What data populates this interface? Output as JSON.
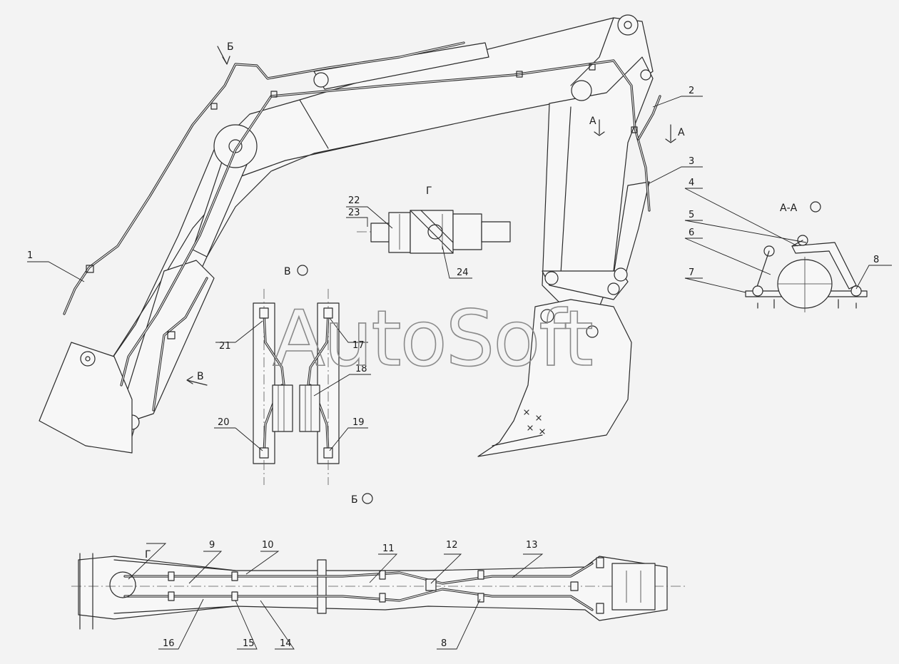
{
  "watermark": "AutoSoft",
  "callouts": [
    "1",
    "2",
    "3",
    "4",
    "5",
    "6",
    "7",
    "8",
    "9",
    "10",
    "11",
    "12",
    "13",
    "14",
    "15",
    "16",
    "17",
    "18",
    "19",
    "20",
    "21",
    "22",
    "23",
    "24",
    "8"
  ],
  "views": {
    "section_aa": "А-А",
    "view_b": "Б",
    "view_v": "В",
    "view_g": "Г",
    "arrow_a": "А",
    "arrow_b": "Б",
    "arrow_v": "В",
    "label_g_plan": "Г"
  },
  "colors": {
    "line": "#2a2a2a",
    "paper": "#f3f3f3",
    "watermark": "#8a8a8a"
  }
}
